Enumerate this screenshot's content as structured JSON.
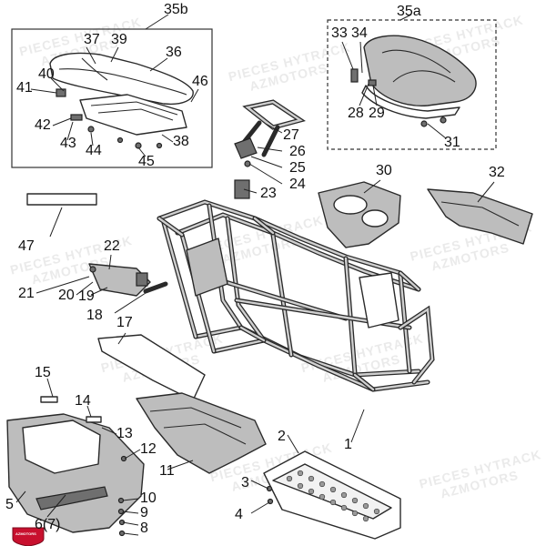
{
  "labels": {
    "l1": "1",
    "l2": "2",
    "l3": "3",
    "l4": "4",
    "l5": "5",
    "l6": "6(7)",
    "l8": "8",
    "l9": "9",
    "l10": "10",
    "l11": "11",
    "l12": "12",
    "l13": "13",
    "l14": "14",
    "l15": "15",
    "l17": "17",
    "l18": "18",
    "l19": "19",
    "l20": "20",
    "l21": "21",
    "l22": "22",
    "l23": "23",
    "l24": "24",
    "l25": "25",
    "l26": "26",
    "l27": "27",
    "l28": "28",
    "l29": "29",
    "l30": "30",
    "l31": "31",
    "l32": "32",
    "l33": "33",
    "l34": "34",
    "l35a": "35a",
    "l35b": "35b",
    "l36": "36",
    "l37": "37",
    "l38": "38",
    "l39": "39",
    "l40": "40",
    "l41": "41",
    "l42": "42",
    "l43": "43",
    "l44": "44",
    "l45": "45",
    "l46": "46",
    "l47": "47"
  },
  "watermark": {
    "line1": "PIECES HYTRACK",
    "line2": "AZMOTORS"
  },
  "logo": {
    "text": "AZMOTORS",
    "color": "#c8102e"
  }
}
